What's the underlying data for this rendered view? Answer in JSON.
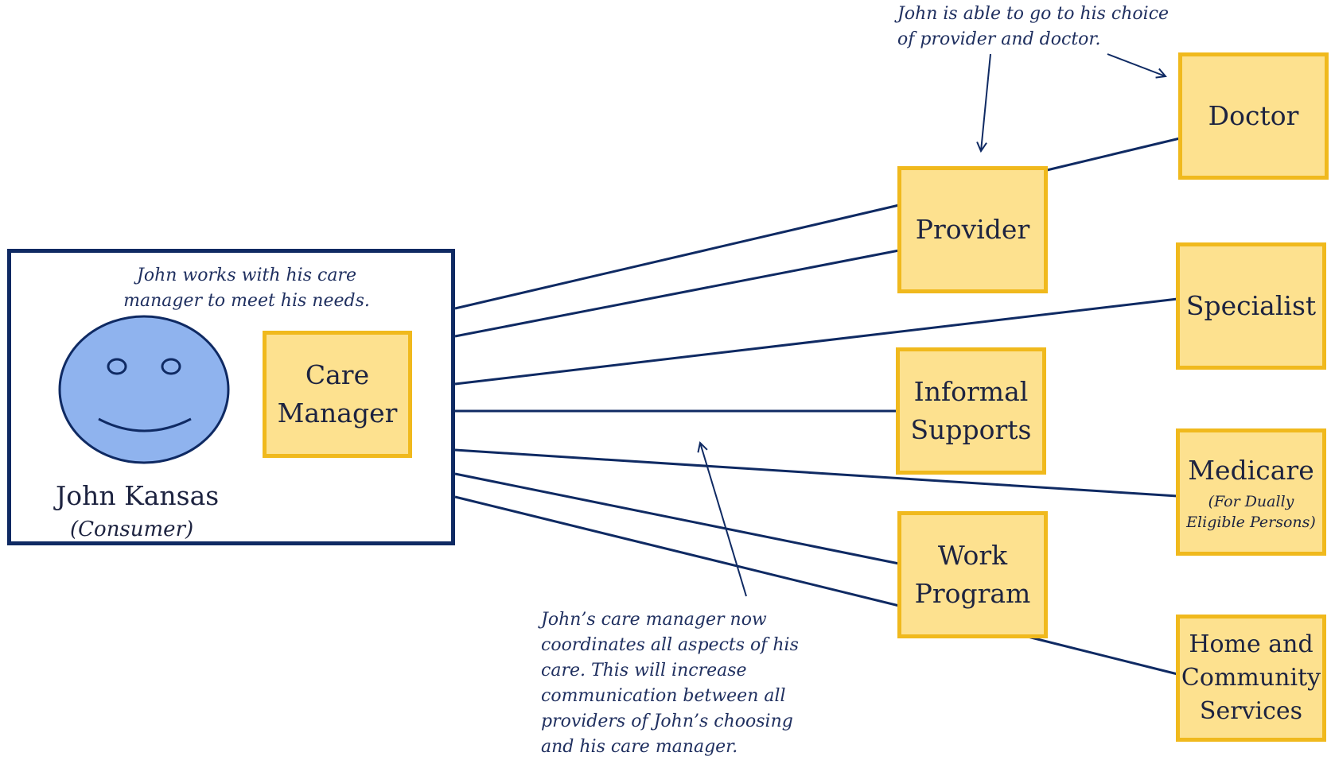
{
  "consumer": {
    "name": "John Kansas",
    "role": "(Consumer)",
    "note": "John works with his care\nmanager to meet his needs."
  },
  "care_manager": {
    "label": "Care\nManager"
  },
  "nodes": {
    "provider": {
      "label": "Provider"
    },
    "informal_supports": {
      "label": "Informal\nSupports"
    },
    "work_program": {
      "label": "Work\nProgram"
    },
    "doctor": {
      "label": "Doctor"
    },
    "specialist": {
      "label": "Specialist"
    },
    "medicare": {
      "label": "Medicare",
      "sub": "(For Dually\nEligible Persons)"
    },
    "home_community": {
      "label": "Home and\nCommunity\nServices"
    }
  },
  "annotations": {
    "choice_note": "John is able to go to his choice\nof provider and doctor.",
    "coordination_note": "John’s care manager now\ncoordinates all aspects of his\ncare. This will increase\ncommunication between all\nproviders of John’s choosing\nand his care manager."
  },
  "colors": {
    "navy": "#0f2a63",
    "box_fill": "#fde18f",
    "box_border": "#f0b91d",
    "face_fill": "#8fb3ee"
  }
}
